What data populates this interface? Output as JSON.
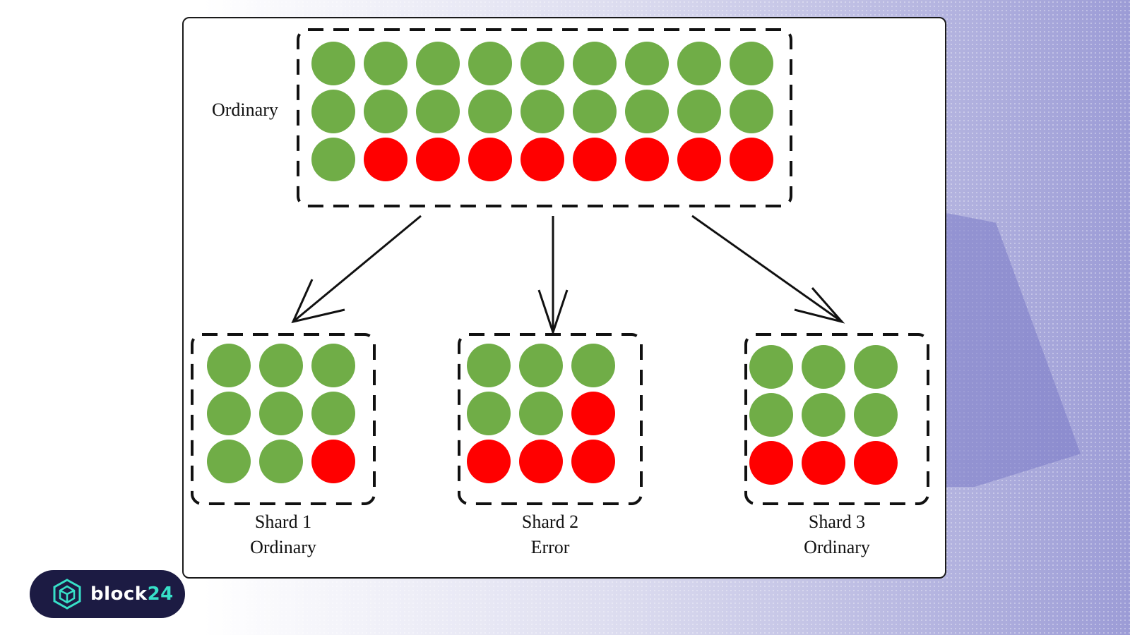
{
  "diagram": {
    "main_group": {
      "label": "Ordinary",
      "rows": [
        [
          "green",
          "green",
          "green",
          "green",
          "green",
          "green",
          "green",
          "green",
          "green"
        ],
        [
          "green",
          "green",
          "green",
          "green",
          "green",
          "green",
          "green",
          "green",
          "green"
        ],
        [
          "green",
          "red",
          "red",
          "red",
          "red",
          "red",
          "red",
          "red",
          "red"
        ]
      ]
    },
    "shards": [
      {
        "name": "Shard 1",
        "status": "Ordinary",
        "rows": [
          [
            "green",
            "green",
            "green"
          ],
          [
            "green",
            "green",
            "green"
          ],
          [
            "green",
            "green",
            "red"
          ]
        ]
      },
      {
        "name": "Shard 2",
        "status": "Error",
        "rows": [
          [
            "green",
            "green",
            "green"
          ],
          [
            "green",
            "green",
            "red"
          ],
          [
            "red",
            "red",
            "red"
          ]
        ]
      },
      {
        "name": "Shard 3",
        "status": "Ordinary",
        "rows": [
          [
            "green",
            "green",
            "green"
          ],
          [
            "green",
            "green",
            "green"
          ],
          [
            "red",
            "red",
            "red"
          ]
        ]
      }
    ]
  },
  "colors": {
    "green": "#70ad47",
    "red": "#ff0000"
  },
  "brand": {
    "prefix": "block",
    "suffix": "24",
    "icon": "cube-icon"
  }
}
